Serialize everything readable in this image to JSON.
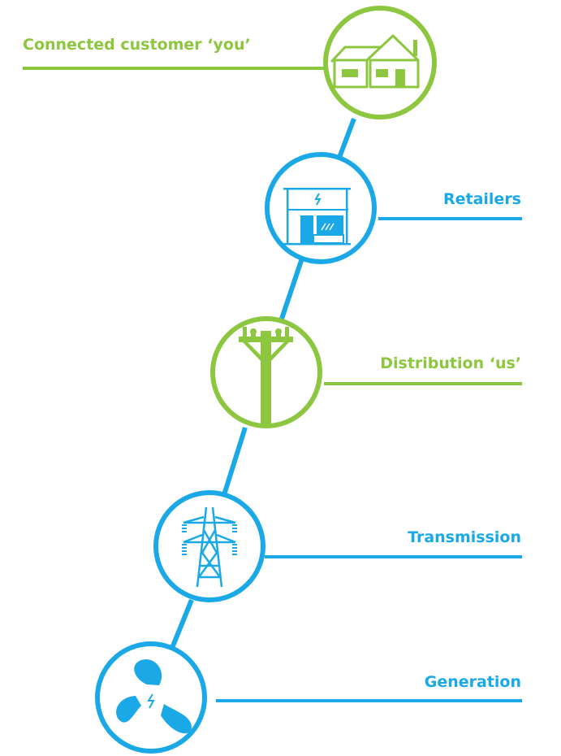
{
  "colors": {
    "green": "#8dc63f",
    "blue": "#1aa9e6"
  },
  "stages": [
    {
      "label": "Connected customer ‘you’",
      "color": "green",
      "icon": "house-icon"
    },
    {
      "label": "Retailers",
      "color": "blue",
      "icon": "shop-icon"
    },
    {
      "label": "Distribution ‘us’",
      "color": "green",
      "icon": "power-pole-icon"
    },
    {
      "label": "Transmission",
      "color": "blue",
      "icon": "transmission-tower-icon"
    },
    {
      "label": "Generation",
      "color": "blue",
      "icon": "turbine-icon"
    }
  ]
}
